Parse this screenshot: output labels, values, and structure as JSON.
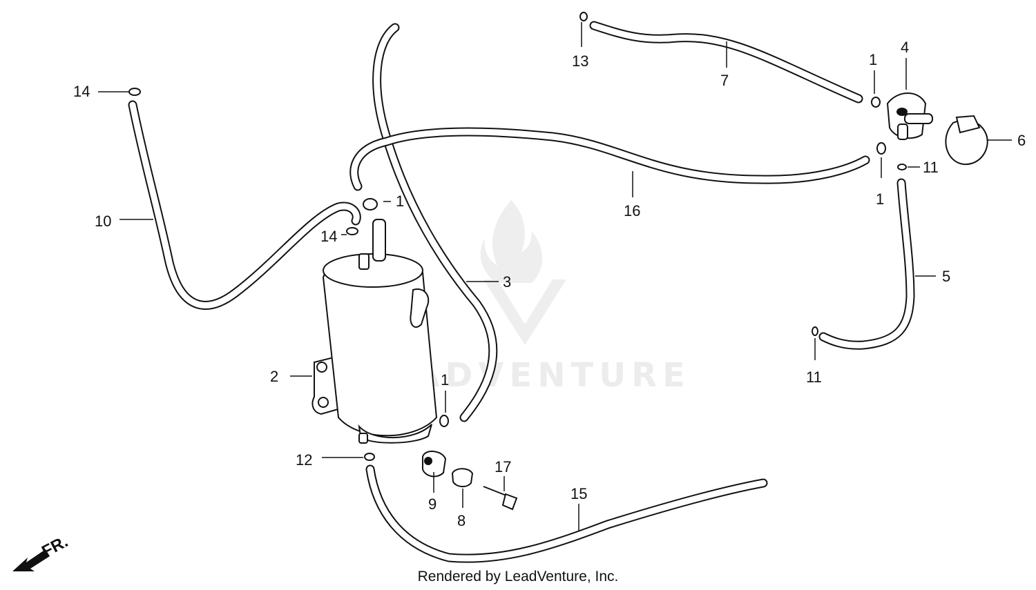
{
  "diagram": {
    "footer": "Rendered by LeadVenture, Inc.",
    "watermark": "LEADVENTURE",
    "direction_label": "FR.",
    "callouts": [
      "1",
      "1",
      "1",
      "1",
      "2",
      "3",
      "4",
      "5",
      "6",
      "7",
      "8",
      "9",
      "10",
      "11",
      "11",
      "12",
      "13",
      "14",
      "14",
      "15",
      "16",
      "17"
    ]
  },
  "colors": {
    "line": "#111111",
    "watermark": "#ececec",
    "background": "#ffffff"
  },
  "icons": [
    "flame-logo-icon",
    "front-arrow-icon"
  ]
}
